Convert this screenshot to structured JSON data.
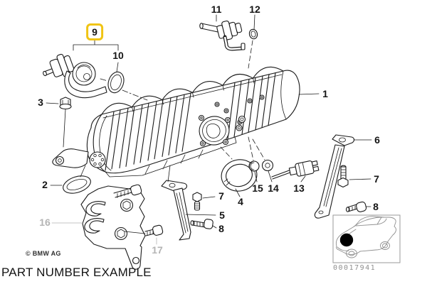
{
  "diagram": {
    "caption": "PART NUMBER EXAMPLE",
    "copyright": "© BMW AG",
    "image_number": "00017941",
    "highlight_color": "#f0c414",
    "muted_color": "#b4b4b4",
    "line_color": "#1a1a1a",
    "background_color": "#ffffff"
  },
  "parts": [
    {
      "num": "1",
      "state": "normal"
    },
    {
      "num": "2",
      "state": "normal"
    },
    {
      "num": "3",
      "state": "normal"
    },
    {
      "num": "4",
      "state": "normal"
    },
    {
      "num": "5",
      "state": "normal"
    },
    {
      "num": "6",
      "state": "normal"
    },
    {
      "num": "7",
      "state": "normal"
    },
    {
      "num": "7",
      "state": "normal"
    },
    {
      "num": "8",
      "state": "normal"
    },
    {
      "num": "8",
      "state": "normal"
    },
    {
      "num": "9",
      "state": "highlighted"
    },
    {
      "num": "10",
      "state": "normal"
    },
    {
      "num": "11",
      "state": "normal"
    },
    {
      "num": "12",
      "state": "normal"
    },
    {
      "num": "13",
      "state": "normal"
    },
    {
      "num": "14",
      "state": "normal"
    },
    {
      "num": "15",
      "state": "normal"
    },
    {
      "num": "16",
      "state": "muted"
    },
    {
      "num": "17",
      "state": "muted"
    }
  ]
}
